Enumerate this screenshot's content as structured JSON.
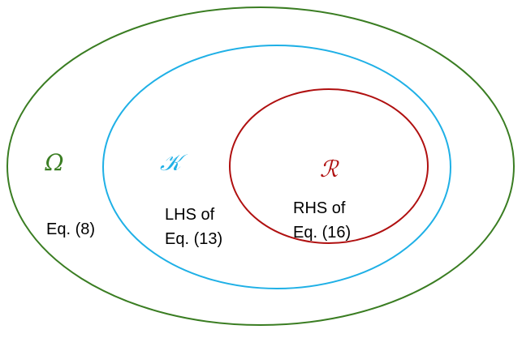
{
  "sets": [
    {
      "id": "omega",
      "symbol": "Ω",
      "color": "#3a7d22",
      "description": [
        "Eq. (8)"
      ]
    },
    {
      "id": "kappa",
      "symbol": "𝒦",
      "color": "#1fb0e6",
      "description": [
        "LHS of",
        "Eq. (13)"
      ]
    },
    {
      "id": "rho",
      "symbol": "ℛ",
      "color": "#b01010",
      "description": [
        "RHS of",
        "Eq. (16)"
      ]
    }
  ]
}
